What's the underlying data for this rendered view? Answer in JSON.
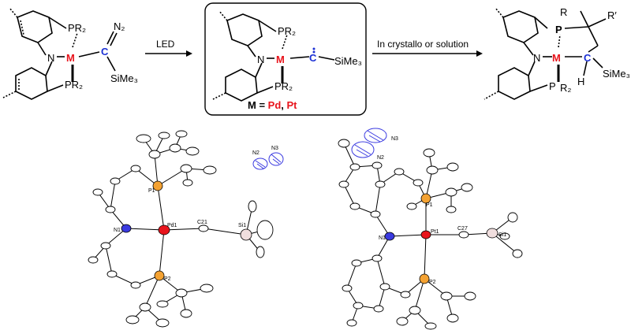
{
  "colors": {
    "metal": "#e8141c",
    "carbon": "#1a2fd4",
    "nitrogen_ellipsoid": "#3a3ae0",
    "phosphorus": "#f4a232",
    "palladium": "#e8141c",
    "silicon": "#d8a0a0",
    "bond": "#000000"
  },
  "scheme": {
    "reactant": {
      "p_top": "PR₂",
      "n": "N",
      "m": "M",
      "p_bottom": "PR₂",
      "c": "C",
      "n2": "N₂",
      "sime3": "SiMe₃"
    },
    "arrow1": {
      "label": "LED"
    },
    "intermediate": {
      "p_top": "PR₂",
      "n": "N",
      "m": "M",
      "p_bottom": "PR₂",
      "c": "C",
      "sime3": "SiMe₃",
      "legend_prefix": "M = ",
      "legend_pd": "Pd",
      "legend_sep": ", ",
      "legend_pt": "Pt"
    },
    "arrow2": {
      "label": "In crystallo or solution"
    },
    "product": {
      "r": "R",
      "rprime": "R′",
      "p_top": "P",
      "n": "N",
      "m": "M",
      "c": "C",
      "h": "H",
      "p_bottom": "P",
      "r2": "R₂",
      "sime3": "SiMe₃"
    }
  },
  "crystal_pd": {
    "n2": "N2",
    "n3": "N3",
    "p1": "P1",
    "n1": "N1",
    "pd1": "Pd1",
    "c21": "C21",
    "si1": "Si1",
    "p2": "P2"
  },
  "crystal_pt": {
    "n3": "N3",
    "n2": "N2",
    "p1": "P1",
    "n1": "N1",
    "pt1": "Pt1",
    "c27": "C27",
    "si1": "Si1",
    "p2": "P2"
  }
}
